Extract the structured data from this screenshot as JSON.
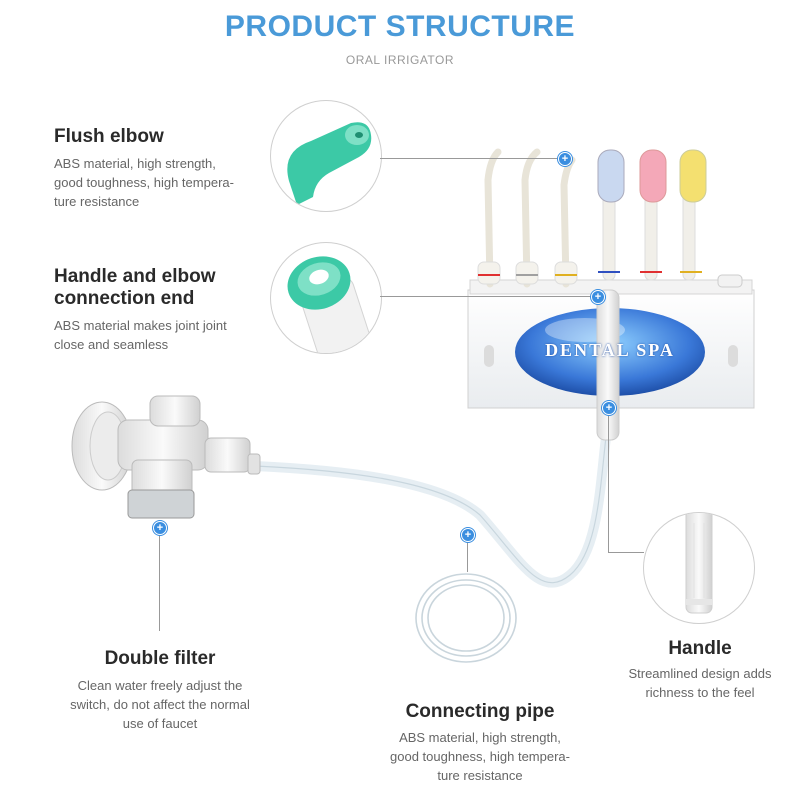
{
  "header": {
    "title": "PRODUCT STRUCTURE",
    "subtitle": "ORAL IRRIGATOR"
  },
  "brand_panel_text": "DENTAL SPA",
  "callouts": [
    {
      "heading": "Flush elbow",
      "lines": [
        "ABS material, high strength,",
        "good toughness, high tempera-",
        "ture resistance"
      ]
    },
    {
      "heading": "Handle and elbow",
      "heading2": "connection end",
      "lines": [
        "ABS material makes joint joint",
        "close and seamless"
      ]
    },
    {
      "heading": "Double filter",
      "lines": [
        "Clean water freely adjust the",
        "switch, do not affect the normal",
        "use of faucet"
      ]
    },
    {
      "heading": "Connecting pipe",
      "lines": [
        "ABS material, high strength,",
        "good toughness, high tempera-",
        "ture resistance"
      ]
    },
    {
      "heading": "Handle",
      "lines": [
        "Streamlined design adds",
        "richness to the feel"
      ]
    }
  ],
  "marker_symbol": "+",
  "colors": {
    "title": "#4a9ad8",
    "marker": "#3a8ee0",
    "elbow_green": "#3cc9a6"
  }
}
